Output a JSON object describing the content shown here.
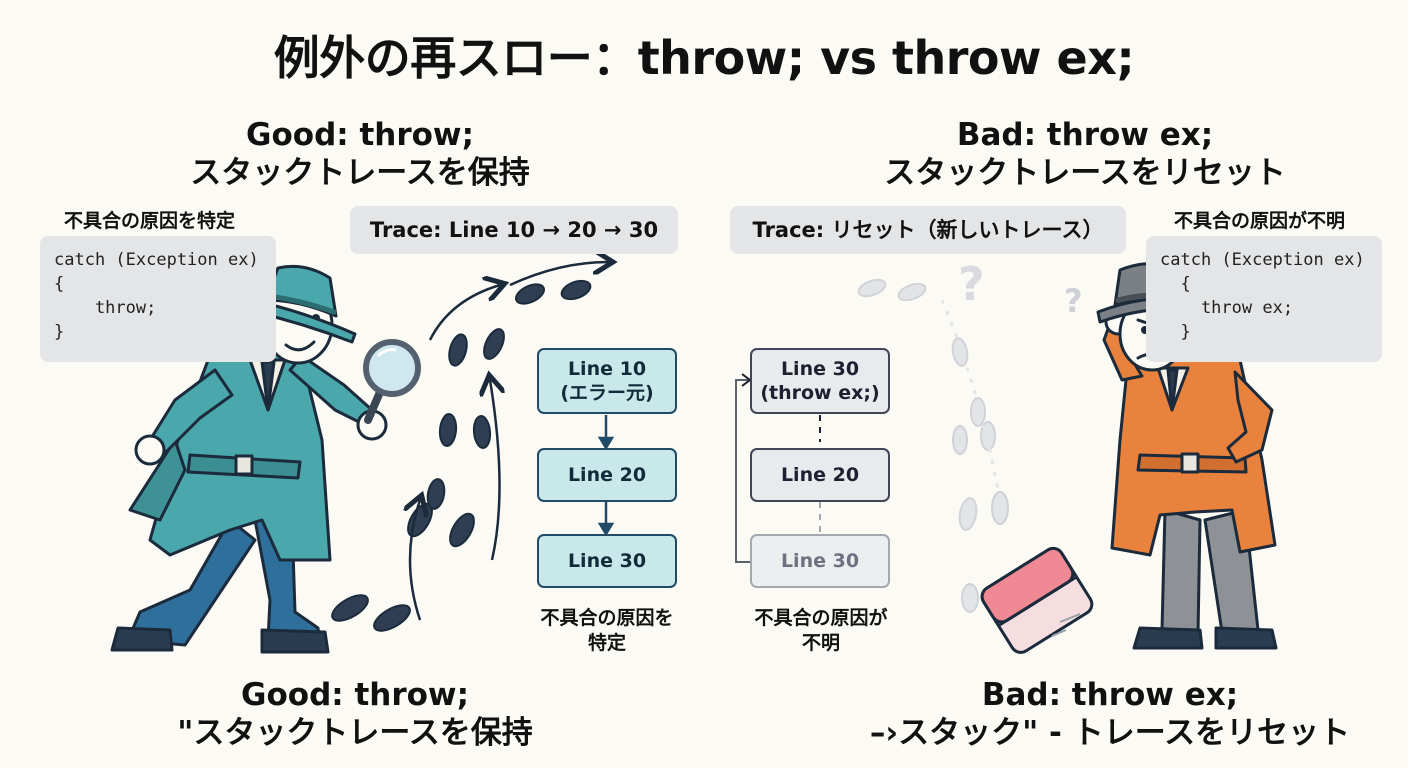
{
  "title": "例外の再スロー：throw; vs throw ex;",
  "good": {
    "heading_line1": "Good: throw;",
    "heading_line2": "スタックトレースを保持",
    "note": "不具合の原因を特定",
    "code": "catch (Exception ex)\n{\n    throw;\n}",
    "trace": "Trace: Line 10 → 20 → 30",
    "flow": [
      {
        "line1": "Line 10",
        "line2": "(エラー元)"
      },
      {
        "line1": "Line 20",
        "line2": ""
      },
      {
        "line1": "Line 30",
        "line2": ""
      }
    ],
    "caption_line1": "不具合の原因を",
    "caption_line2": "特定",
    "bottom_line1": "Good: throw;",
    "bottom_line2": "\"スタックトレースを保持"
  },
  "bad": {
    "heading_line1": "Bad: throw ex;",
    "heading_line2": "スタックトレースをリセット",
    "note": "不具合の原因が不明",
    "code": "catch (Exception ex)\n  {\n    throw ex;\n  }",
    "trace": "Trace: リセット（新しいトレース）",
    "flow": [
      {
        "line1": "Line 30",
        "line2": "(throw ex;)"
      },
      {
        "line1": "Line 20",
        "line2": ""
      },
      {
        "line1": "Line 30",
        "line2": ""
      }
    ],
    "caption_line1": "不具合の原因が",
    "caption_line2": "不明",
    "bottom_line1": "Bad: throw ex;",
    "bottom_line2": "–›スタック\" - トレースをリセット"
  },
  "colors": {
    "good_coat": "#4aa7ab",
    "bad_coat": "#e8823d",
    "outline": "#1b2b3c",
    "good_box": "#c8e8ea"
  },
  "icons": [
    "magnifier-icon",
    "footprint-icon",
    "question-mark-icon",
    "eraser-icon"
  ]
}
